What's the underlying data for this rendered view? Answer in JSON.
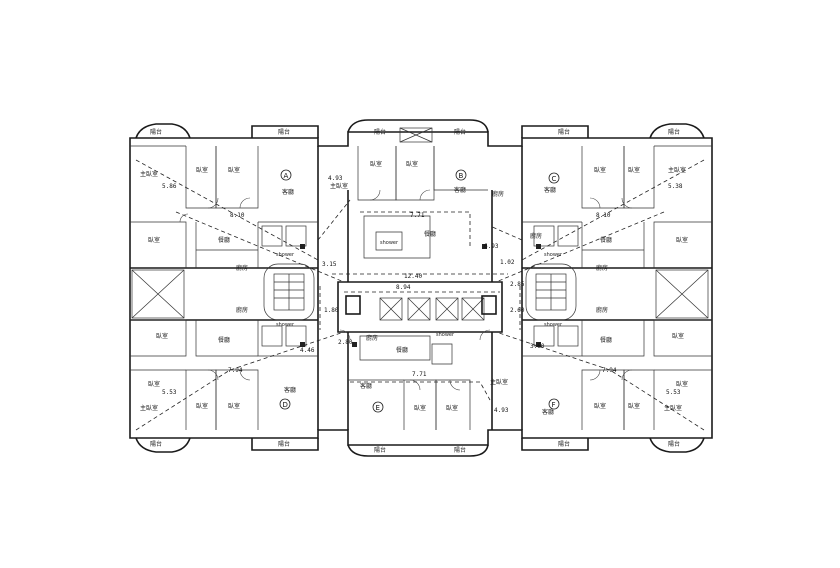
{
  "units": [
    "A",
    "B",
    "C",
    "D",
    "E",
    "F"
  ],
  "room_labels": {
    "balcony": "陽台",
    "bedroom": "臥室",
    "master_bedroom": "主臥室",
    "living_room": "客廳",
    "dining_room": "餐廳",
    "kitchen": "廚房",
    "shower": "shower"
  },
  "dimensions": {
    "d_5_86": "5.86",
    "d_8_10": "8.10",
    "d_4_93": "4.93",
    "d_7_71": "7.71",
    "d_6_93": "6.93",
    "d_12_40": "12.40",
    "d_8_94": "8.94",
    "d_7_94": "7.94",
    "d_4_46": "4.46",
    "d_5_53": "5.53",
    "d_4_93b": "4.93",
    "d_3_15": "3.15",
    "d_1_80": "1.80",
    "d_2_80": "2.80",
    "d_3_60": "3.60",
    "d_2_85": "2.85",
    "d_1_02": "1.02",
    "d_5_38": "5.38",
    "d_2_60": "2.60"
  }
}
